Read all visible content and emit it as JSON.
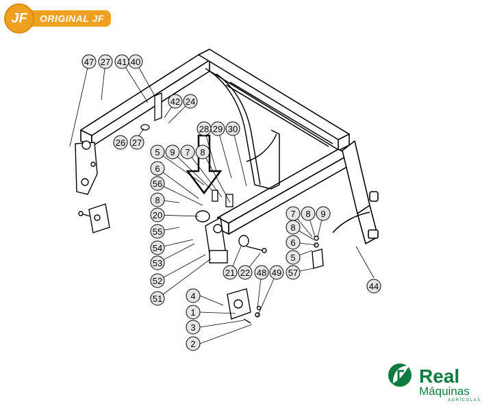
{
  "badge": {
    "logo": "JF",
    "label": "ORIGINAL JF"
  },
  "brand": {
    "name": "Real",
    "sub": "Máquinas",
    "tag": "AGRÍCOLAS",
    "color": "#0d7a3e",
    "icon": "leaf-r-logo-icon"
  },
  "callouts": [
    "47",
    "27",
    "41",
    "40",
    "42",
    "24",
    "26",
    "27",
    "28",
    "29",
    "30",
    "5",
    "9",
    "7",
    "8",
    "6",
    "56",
    "8",
    "20",
    "55",
    "54",
    "53",
    "52",
    "51",
    "7",
    "8",
    "9",
    "8",
    "6",
    "5",
    "21",
    "22",
    "48",
    "49",
    "57",
    "44",
    "4",
    "1",
    "3",
    "2"
  ],
  "colors": {
    "line": "#000000",
    "callout_fill": "#e6e6e6",
    "badge": "#f0a020"
  }
}
